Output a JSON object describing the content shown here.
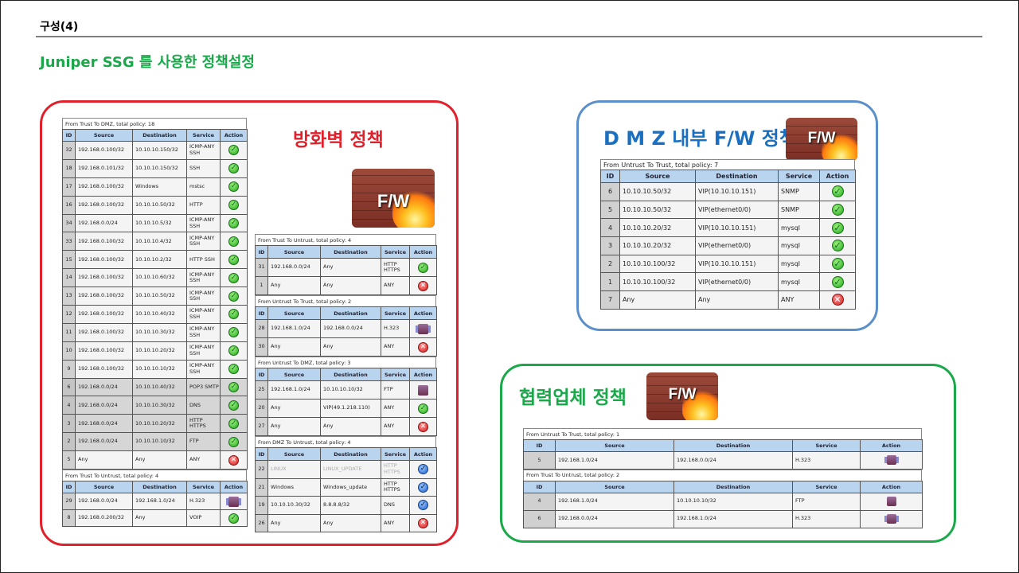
{
  "slide": {
    "header": "구성(4)",
    "subtitle": "Juniper SSG 를 사용한 정책설정"
  },
  "firewall_section": {
    "title": "방화벽 정책",
    "logo_text": "F/W"
  },
  "dmz_section": {
    "title": "D M Z 내부 F/W 정책",
    "logo_text": "F/W"
  },
  "partner_section": {
    "title": "협력업체 정책",
    "logo_text": "F/W"
  },
  "headers": {
    "id": "ID",
    "source": "Source",
    "destination": "Destination",
    "service": "Service",
    "action": "Action"
  },
  "tables": {
    "left": [
      {
        "title": "From Trust To DMZ, total policy: 18",
        "rows": [
          {
            "id": "32",
            "source": "192.168.0.100/32",
            "destination": "10.10.10.150/32",
            "service": "ICMP-ANY SSH",
            "action": "permit"
          },
          {
            "id": "18",
            "source": "192.168.0.101/32",
            "destination": "10.10.10.150/32",
            "service": "SSH",
            "action": "permit"
          },
          {
            "id": "17",
            "source": "192.168.0.100/32",
            "destination": "Windows",
            "service": "mstsc",
            "action": "permit"
          },
          {
            "id": "16",
            "source": "192.168.0.100/32",
            "destination": "10.10.10.50/32",
            "service": "HTTP",
            "action": "permit"
          },
          {
            "id": "34",
            "source": "192.168.0.0/24",
            "destination": "10.10.10.5/32",
            "service": "ICMP-ANY SSH",
            "action": "permit"
          },
          {
            "id": "33",
            "source": "192.168.0.100/32",
            "destination": "10.10.10.4/32",
            "service": "ICMP-ANY SSH",
            "action": "permit"
          },
          {
            "id": "15",
            "source": "192.168.0.100/32",
            "destination": "10.10.10.2/32",
            "service": "HTTP SSH",
            "action": "permit"
          },
          {
            "id": "14",
            "source": "192.168.0.100/32",
            "destination": "10.10.10.60/32",
            "service": "ICMP-ANY SSH",
            "action": "permit"
          },
          {
            "id": "13",
            "source": "192.168.0.100/32",
            "destination": "10.10.10.50/32",
            "service": "ICMP-ANY SSH",
            "action": "permit"
          },
          {
            "id": "12",
            "source": "192.168.0.100/32",
            "destination": "10.10.10.40/32",
            "service": "ICMP-ANY SSH",
            "action": "permit"
          },
          {
            "id": "11",
            "source": "192.168.0.100/32",
            "destination": "10.10.10.30/32",
            "service": "ICMP-ANY SSH",
            "action": "permit"
          },
          {
            "id": "10",
            "source": "192.168.0.100/32",
            "destination": "10.10.10.20/32",
            "service": "ICMP-ANY SSH",
            "action": "permit"
          },
          {
            "id": "9",
            "source": "192.168.0.100/32",
            "destination": "10.10.10.10/32",
            "service": "ICMP-ANY SSH",
            "action": "permit"
          },
          {
            "id": "6",
            "source": "192.168.0.0/24",
            "destination": "10.10.10.40/32",
            "service": "POP3 SMTP",
            "action": "permit",
            "style": "gray"
          },
          {
            "id": "4",
            "source": "192.168.0.0/24",
            "destination": "10.10.10.30/32",
            "service": "DNS",
            "action": "permit",
            "style": "gray"
          },
          {
            "id": "3",
            "source": "192.168.0.0/24",
            "destination": "10.10.10.20/32",
            "service": "HTTP HTTPS",
            "action": "permit",
            "style": "gray"
          },
          {
            "id": "2",
            "source": "192.168.0.0/24",
            "destination": "10.10.10.10/32",
            "service": "FTP",
            "action": "permit",
            "style": "gray"
          },
          {
            "id": "5",
            "source": "Any",
            "destination": "Any",
            "service": "ANY",
            "action": "deny"
          }
        ]
      },
      {
        "title": "From Trust To Untrust, total policy: 4",
        "rows": [
          {
            "id": "29",
            "source": "192.168.0.0/24",
            "destination": "192.168.1.0/24",
            "service": "H.323",
            "action": "tunnel"
          },
          {
            "id": "8",
            "source": "192.168.0.200/32",
            "destination": "Any",
            "service": "VOIP",
            "action": "permit"
          }
        ]
      }
    ],
    "middle": [
      {
        "title": "From Trust To Untrust, total policy: 4",
        "rows": [
          {
            "id": "31",
            "source": "192.168.0.0/24",
            "destination": "Any",
            "service": "HTTP HTTPS",
            "action": "permit"
          },
          {
            "id": "1",
            "source": "Any",
            "destination": "Any",
            "service": "ANY",
            "action": "deny"
          }
        ]
      },
      {
        "title": "From Untrust To Trust, total policy: 2",
        "rows": [
          {
            "id": "28",
            "source": "192.168.1.0/24",
            "destination": "192.168.0.0/24",
            "service": "H.323",
            "action": "tunnel"
          },
          {
            "id": "30",
            "source": "Any",
            "destination": "Any",
            "service": "ANY",
            "action": "deny"
          }
        ]
      },
      {
        "title": "From Untrust To DMZ, total policy: 3",
        "rows": [
          {
            "id": "25",
            "source": "192.168.1.0/24",
            "destination": "10.10.10.10/32",
            "service": "FTP",
            "action": "lock"
          },
          {
            "id": "20",
            "source": "Any",
            "destination": "VIP(49.1.218.110)",
            "service": "ANY",
            "action": "permit"
          },
          {
            "id": "27",
            "source": "Any",
            "destination": "Any",
            "service": "ANY",
            "action": "deny"
          }
        ]
      },
      {
        "title": "From DMZ To Untrust, total policy: 4",
        "rows": [
          {
            "id": "22",
            "source": "LINUX",
            "destination": "LINUX_UPDATE",
            "service": "HTTP HTTPS",
            "action": "permit-blue",
            "style": "disabled"
          },
          {
            "id": "21",
            "source": "Windows",
            "destination": "Windows_update",
            "service": "HTTP HTTPS",
            "action": "permit-blue"
          },
          {
            "id": "19",
            "source": "10.10.10.30/32",
            "destination": "8.8.8.8/32",
            "service": "DNS",
            "action": "permit-blue"
          },
          {
            "id": "26",
            "source": "Any",
            "destination": "Any",
            "service": "ANY",
            "action": "deny"
          }
        ]
      }
    ],
    "dmz": [
      {
        "title": "From Untrust To Trust, total policy: 7",
        "rows": [
          {
            "id": "6",
            "source": "10.10.10.50/32",
            "destination": "VIP(10.10.10.151)",
            "service": "SNMP",
            "action": "permit"
          },
          {
            "id": "5",
            "source": "10.10.10.50/32",
            "destination": "VIP(ethernet0/0)",
            "service": "SNMP",
            "action": "permit"
          },
          {
            "id": "4",
            "source": "10.10.10.20/32",
            "destination": "VIP(10.10.10.151)",
            "service": "mysql",
            "action": "permit"
          },
          {
            "id": "3",
            "source": "10.10.10.20/32",
            "destination": "VIP(ethernet0/0)",
            "service": "mysql",
            "action": "permit"
          },
          {
            "id": "2",
            "source": "10.10.10.100/32",
            "destination": "VIP(10.10.10.151)",
            "service": "mysql",
            "action": "permit"
          },
          {
            "id": "1",
            "source": "10.10.10.100/32",
            "destination": "VIP(ethernet0/0)",
            "service": "mysql",
            "action": "permit"
          },
          {
            "id": "7",
            "source": "Any",
            "destination": "Any",
            "service": "ANY",
            "action": "deny"
          }
        ]
      }
    ],
    "partner": [
      {
        "title": "From Untrust To Trust, total policy: 1",
        "rows": [
          {
            "id": "5",
            "source": "192.168.1.0/24",
            "destination": "192.168.0.0/24",
            "service": "H.323",
            "action": "tunnel"
          }
        ]
      },
      {
        "title": "From Trust To Untrust, total policy: 2",
        "rows": [
          {
            "id": "4",
            "source": "192.168.1.0/24",
            "destination": "10.10.10.10/32",
            "service": "FTP",
            "action": "lock"
          },
          {
            "id": "6",
            "source": "192.168.0.0/24",
            "destination": "192.168.1.0/24",
            "service": "H.323",
            "action": "tunnel"
          }
        ]
      }
    ]
  }
}
